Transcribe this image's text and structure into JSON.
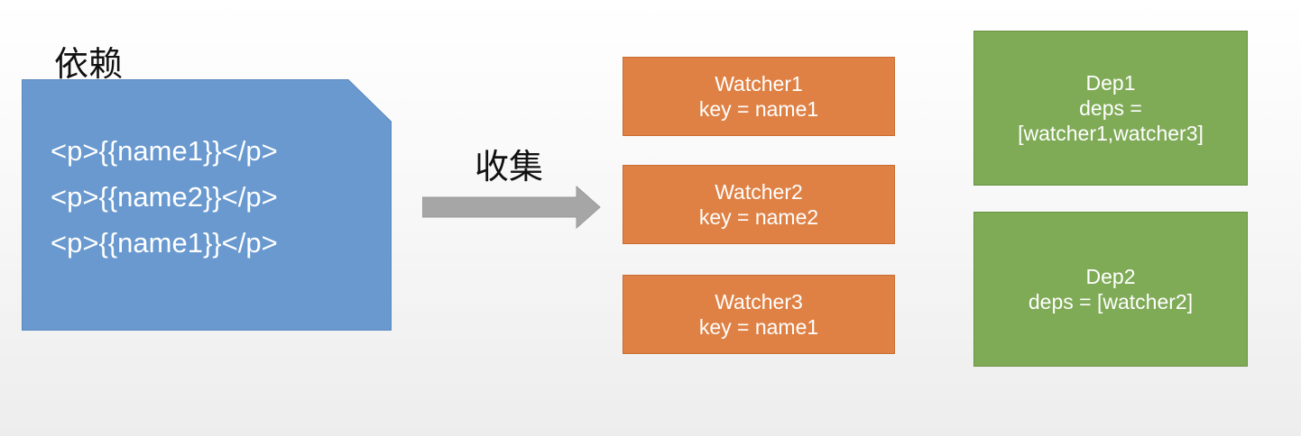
{
  "title": "依赖",
  "collect_label": "收集",
  "template": {
    "lines": [
      "<p>{{name1}}</p>",
      "<p>{{name2}}</p>",
      "<p>{{name1}}</p>"
    ]
  },
  "watchers": [
    {
      "name": "Watcher1",
      "key": "key = name1"
    },
    {
      "name": "Watcher2",
      "key": "key = name2"
    },
    {
      "name": "Watcher3",
      "key": "key = name1"
    }
  ],
  "deps": [
    {
      "name": "Dep1",
      "label": "deps =",
      "value": "[watcher1,watcher3]"
    },
    {
      "name": "Dep2",
      "label": "deps = [watcher2]"
    }
  ],
  "colors": {
    "template_fill": "#6999cf",
    "watcher_fill": "#df8144",
    "dep_fill": "#7faa56",
    "arrow_fill": "#a6a6a6"
  }
}
